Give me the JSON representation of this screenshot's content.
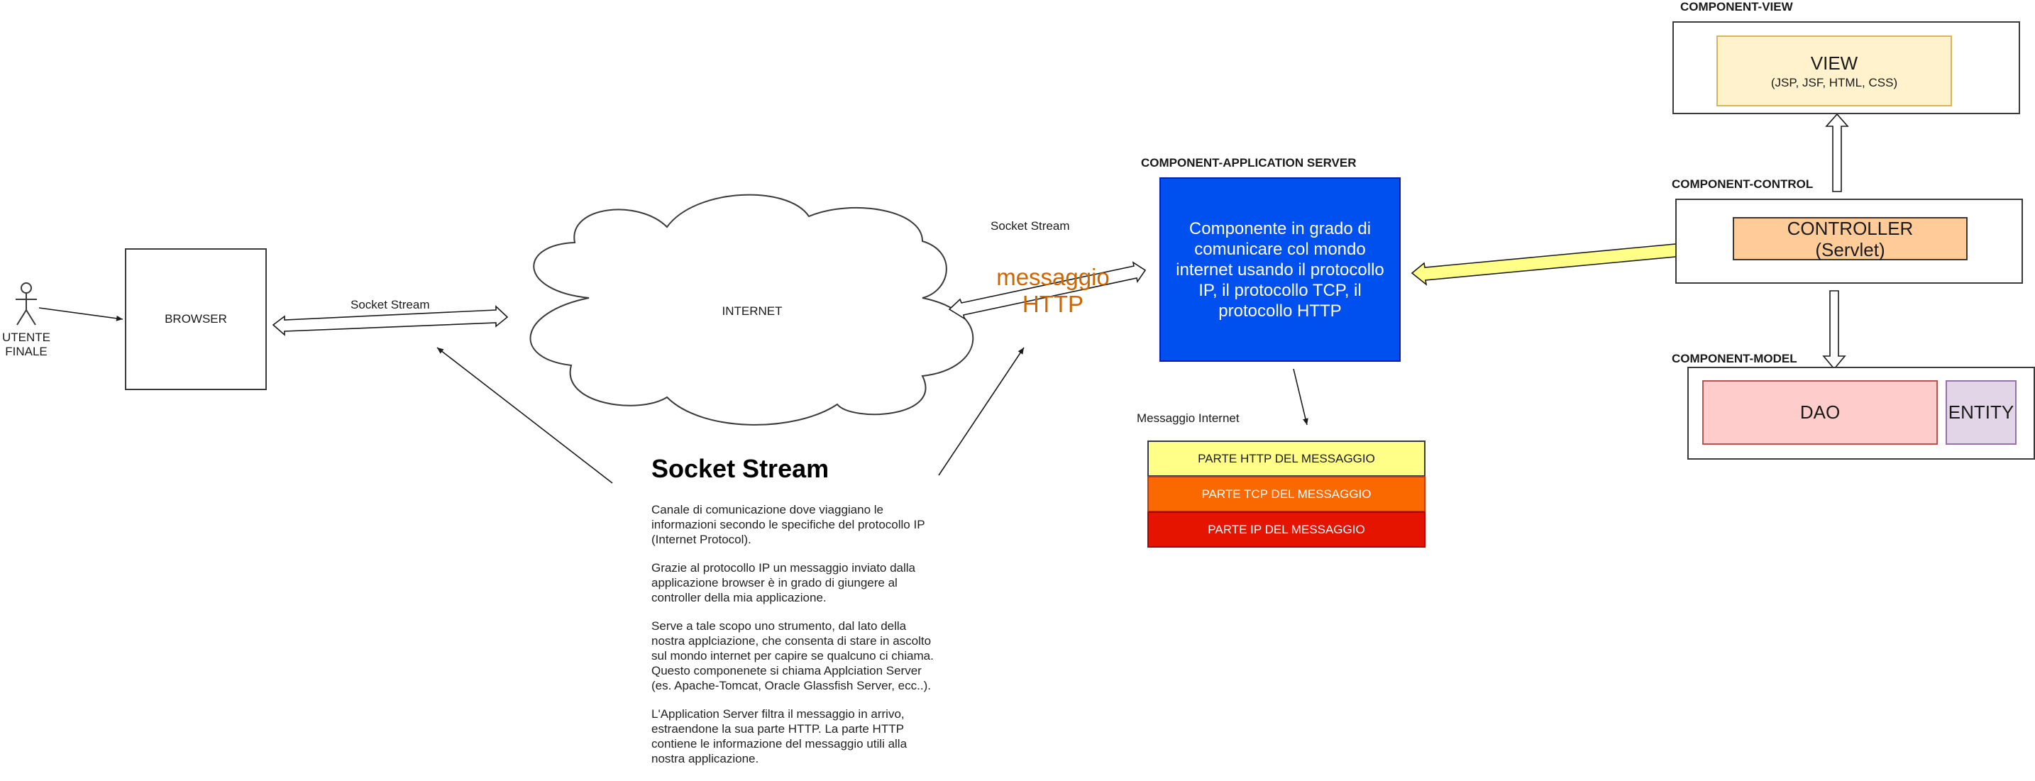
{
  "actor": {
    "label": "UTENTE\nFINALE"
  },
  "browser": {
    "label": "BROWSER"
  },
  "internet": {
    "label": "INTERNET"
  },
  "socket_labels": {
    "left": "Socket Stream",
    "top_right": "Socket Stream"
  },
  "http_message": {
    "label": "messaggio\nHTTP",
    "color": "#cc6600"
  },
  "app_server": {
    "header": "COMPONENT-APPLICATION SERVER",
    "text": "Componente in grado di comunicare col mondo internet usando il protocollo IP, il protocollo TCP, il protocollo HTTP",
    "fill": "#0050ef"
  },
  "internet_message": {
    "label": "Messaggio Internet",
    "layers": [
      {
        "label": "PARTE HTTP DEL MESSAGGIO",
        "fill": "#ffff88",
        "text_color": "#1a1a1a"
      },
      {
        "label": "PARTE TCP DEL MESSAGGIO",
        "fill": "#fa6800",
        "text_color": "#ffffff"
      },
      {
        "label": "PARTE IP DEL MESSAGGIO",
        "fill": "#e51400",
        "text_color": "#ffffff"
      }
    ]
  },
  "view": {
    "header": "COMPONENT-VIEW",
    "title": "VIEW",
    "subtitle": "(JSP, JSF, HTML, CSS)",
    "fill": "#fff2cc"
  },
  "control": {
    "header": "COMPONENT-CONTROL",
    "title": "CONTROLLER\n(Servlet)",
    "fill": "#ffcc99"
  },
  "model": {
    "header": "COMPONENT-MODEL",
    "dao": {
      "label": "DAO",
      "fill": "#ffcccc"
    },
    "entity": {
      "label": "ENTITY",
      "fill": "#e1d5e7"
    }
  },
  "socket_note": {
    "title": "Socket Stream",
    "paragraphs": [
      "Canale di comunicazione dove viaggiano le informazioni secondo le specifiche del protocollo IP (Internet Protocol).",
      "Grazie al protocollo IP un messaggio inviato dalla applicazione browser è in grado di giungere al controller della mia applicazione.",
      "Serve a tale scopo uno strumento, dal lato della nostra applciazione, che consenta di stare in ascolto sul mondo internet per capire se qualcuno ci chiama. Questo componenete si chiama Applciation Server (es. Apache-Tomcat, Oracle Glassfish Server, ecc..).",
      "L'Application Server filtra il messaggio in arrivo, estraendone la sua parte HTTP. La parte HTTP contiene le informazione del messaggio utili alla nostra applicazione."
    ]
  }
}
